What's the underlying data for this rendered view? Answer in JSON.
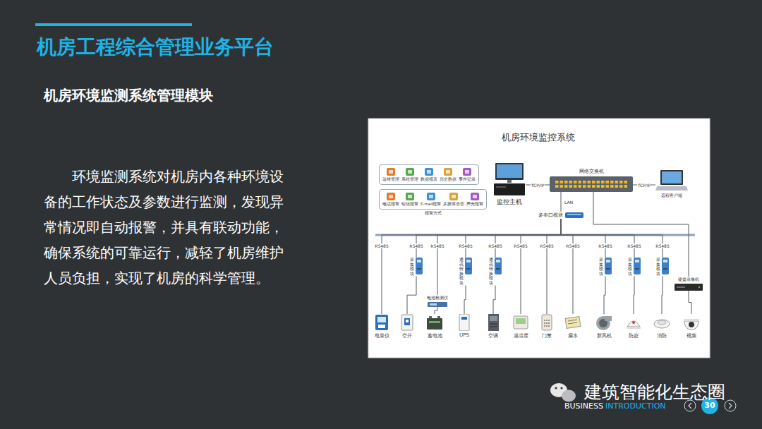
{
  "diagram": {
    "title": "机房工程综合管理业务平台",
    "nodes": [
      {
        "text": [
          "运维管理",
          "系统管理",
          "数据报表",
          "历史数据",
          "事件记录"
        ]
      },
      {
        "text": [
          "电话报警",
          "短信报警",
          "E-mail报警",
          "多媒体语音",
          "声光报警",
          "报警方式"
        ]
      },
      {
        "text": [
          "监控主机"
        ]
      },
      {
        "text": [
          "网络交换机"
        ]
      },
      {
        "text": [
          "远程客户端"
        ]
      },
      {
        "text": [
          "多串口模块"
        ]
      },
      {
        "text": [
          "采集模块"
        ]
      },
      {
        "text": [
          "电池检测仪"
        ]
      },
      {
        "text": [
          "通讯转换模块"
        ]
      },
      {
        "text": [
          "通讯转换模块"
        ]
      },
      {
        "text": [
          "采集模块"
        ]
      },
      {
        "text": [
          "采集模块"
        ]
      },
      {
        "text": [
          "采集模块"
        ]
      },
      {
        "text": [
          "硬盘录像机"
        ]
      },
      {
        "text": [
          "电量仪"
        ]
      },
      {
        "text": [
          "空开"
        ]
      },
      {
        "text": [
          "蓄电池"
        ]
      },
      {
        "text": [
          "UPS"
        ]
      },
      {
        "text": [
          "空调"
        ]
      },
      {
        "text": [
          "温湿度"
        ]
      },
      {
        "text": [
          "门禁"
        ]
      },
      {
        "text": [
          "漏水"
        ]
      },
      {
        "text": [
          "新风机"
        ]
      },
      {
        "text": [
          "防盗"
        ]
      },
      {
        "text": [
          "消防"
        ]
      },
      {
        "text": [
          "视频"
        ]
      }
    ],
    "edges": [
      {
        "from": 2,
        "to": 3,
        "label": "TCP/IP",
        "arrow": "none"
      },
      {
        "from": 3,
        "to": 4,
        "label": "TCP/IP",
        "arrow": "none"
      },
      {
        "from": 3,
        "to": 5,
        "label": "LAN",
        "arrow": "none"
      },
      {
        "from": 3,
        "to": 13,
        "arrow": "none"
      },
      {
        "from": 5,
        "to": 14,
        "label": "RS485",
        "arrow": "none"
      },
      {
        "from": 5,
        "to": 6,
        "label": "RS485",
        "arrow": "none"
      },
      {
        "from": 5,
        "to": 7,
        "label": "RS485",
        "arrow": "none"
      },
      {
        "from": 5,
        "to": 8,
        "label": "RS485",
        "arrow": "none"
      },
      {
        "from": 5,
        "to": 9,
        "label": "RS485",
        "arrow": "none"
      },
      {
        "from": 5,
        "to": 19,
        "label": "RS485",
        "arrow": "none"
      },
      {
        "from": 5,
        "to": 20,
        "label": "RS485",
        "arrow": "none"
      },
      {
        "from": 5,
        "to": 21,
        "label": "RS485",
        "arrow": "none"
      },
      {
        "from": 5,
        "to": 10,
        "label": "RS485",
        "arrow": "none"
      },
      {
        "from": 5,
        "to": 11,
        "label": "RS485",
        "arrow": "none"
      },
      {
        "from": 5,
        "to": 12,
        "label": "RS485",
        "arrow": "none"
      },
      {
        "from": 6,
        "to": 15,
        "arrow": "none"
      },
      {
        "from": 7,
        "to": 16,
        "arrow": "none"
      },
      {
        "from": 8,
        "to": 17,
        "arrow": "none"
      },
      {
        "from": 9,
        "to": 18,
        "arrow": "none"
      },
      {
        "from": 10,
        "to": 22,
        "arrow": "none"
      },
      {
        "from": 11,
        "to": 23,
        "arrow": "none"
      },
      {
        "from": 12,
        "to": 24,
        "arrow": "none"
      },
      {
        "from": 13,
        "to": 25,
        "arrow": "none"
      }
    ],
    "labels": [
      "机房环境监测系统管理模块",
      "环境监测系统对机房内各种环境设备的工作状态及参数进行监测，发现异常情况即自动报警，并具有联动功能，确保系统的可靠运行，减轻了机房维护人员负担，实现了机房的科学管理。",
      "机房环境监控系统",
      "建筑智能化生态圈",
      "BUSINESS",
      "INTRODUCTION",
      "30"
    ]
  }
}
